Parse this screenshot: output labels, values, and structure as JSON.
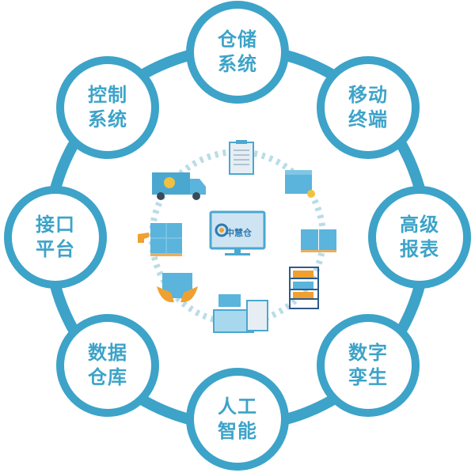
{
  "diagram": {
    "title": "中慧仓",
    "center": {
      "label": "中慧仓",
      "icon": "monitor-logo-icon"
    },
    "ring_color": "#3da3c8",
    "text_color": "#3da3c8",
    "nodes": [
      {
        "id": "warehouse",
        "line1": "仓储",
        "line2": "系统"
      },
      {
        "id": "mobile",
        "line1": "移动",
        "line2": "终端"
      },
      {
        "id": "report",
        "line1": "高级",
        "line2": "报表"
      },
      {
        "id": "twin",
        "line1": "数字",
        "line2": "孪生"
      },
      {
        "id": "ai",
        "line1": "人工",
        "line2": "智能"
      },
      {
        "id": "datawarehouse",
        "line1": "数据",
        "line2": "仓库"
      },
      {
        "id": "interface",
        "line1": "接口",
        "line2": "平台"
      },
      {
        "id": "control",
        "line1": "控制",
        "line2": "系统"
      }
    ],
    "inner_icons": [
      "clipboard-icon",
      "box-check-icon",
      "pallet-boxes-icon",
      "shelf-icon",
      "laptop-clipboard-icon",
      "hands-box-icon",
      "scanner-boxes-icon",
      "truck-icon"
    ]
  }
}
